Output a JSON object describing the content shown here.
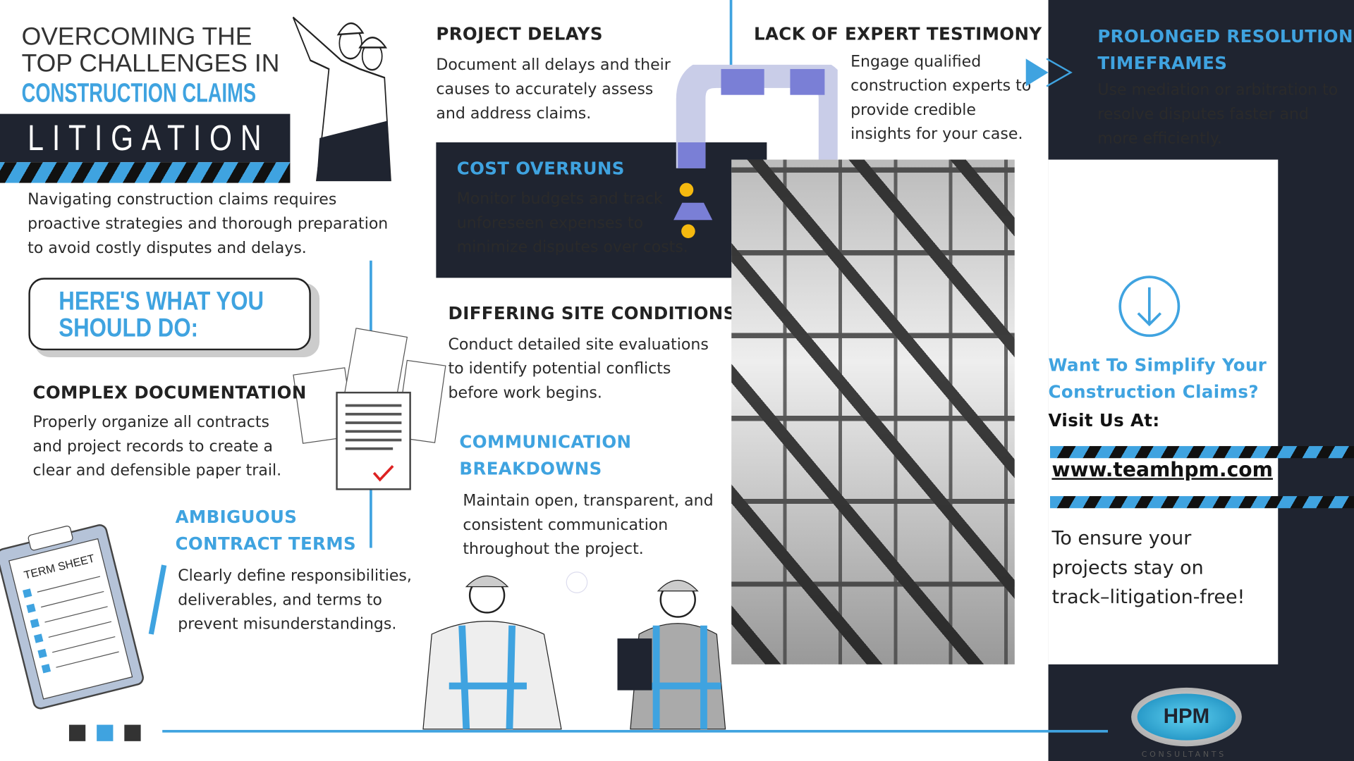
{
  "header": {
    "line1": "OVERCOMING THE",
    "line2": "TOP CHALLENGES IN",
    "line3": "CONSTRUCTION CLAIMS",
    "line4": "LITIGATION"
  },
  "intro": "Navigating construction claims requires proactive strategies and thorough preparation to avoid costly disputes and delays.",
  "cta_box": {
    "line1": "HERE'S WHAT YOU",
    "line2": "SHOULD DO:"
  },
  "sections": {
    "complex_documentation": {
      "title": "COMPLEX DOCUMENTATION",
      "text": "Properly organize all contracts and project records to create a clear and defensible paper trail."
    },
    "ambiguous_terms": {
      "title_1": "AMBIGUOUS",
      "title_2": "CONTRACT TERMS",
      "text": "Clearly define responsibilities, deliverables, and terms to prevent misunderstandings."
    },
    "project_delays": {
      "title": "PROJECT DELAYS",
      "text": "Document all delays and their causes to accurately assess and address claims."
    },
    "cost_overruns": {
      "title": "COST OVERRUNS",
      "text": "Monitor budgets and track unforeseen expenses to minimize disputes over costs."
    },
    "differing_site": {
      "title": "DIFFERING SITE CONDITIONS",
      "text": "Conduct detailed site evaluations to identify potential conflicts before work begins."
    },
    "communication": {
      "title_1": "COMMUNICATION",
      "title_2": "BREAKDOWNS",
      "text": "Maintain open, transparent, and consistent communication throughout the project."
    },
    "expert_testimony": {
      "title": "LACK OF EXPERT TESTIMONY",
      "text": "Engage qualified construction experts to provide credible insights for your case."
    },
    "prolonged_resolution": {
      "title_1": "PROLONGED RESOLUTION",
      "title_2": "TIMEFRAMES",
      "text": "Use mediation or arbitration to resolve disputes faster and more efficiently."
    }
  },
  "sidebar": {
    "question_1": "Want To Simplify Your",
    "question_2": "Construction Claims?",
    "visit": "Visit Us At:",
    "url": "www.teamhpm.com",
    "closing": "To ensure your projects stay on track–litigation-free!"
  },
  "illustration": {
    "term_sheet": "TERM SHEET"
  },
  "logo": {
    "text": "HPM",
    "subtext": "CONSULTANTS"
  },
  "colors": {
    "accent": "#3fa3e0",
    "dark": "#1f2430"
  }
}
